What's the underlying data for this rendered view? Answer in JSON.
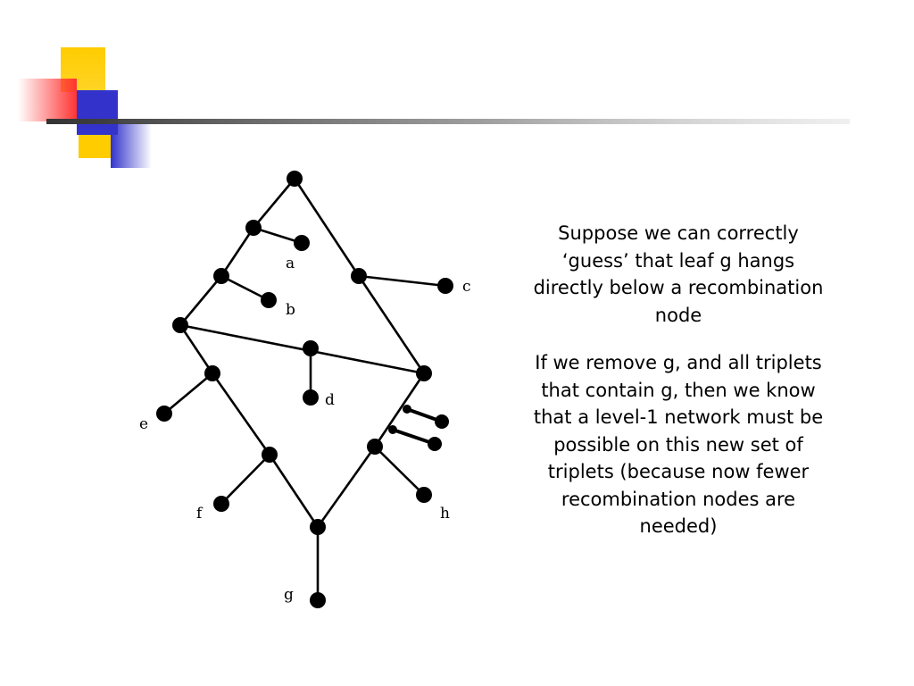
{
  "paragraphs": [
    "Suppose we can correctly ‘guess’ that leaf g hangs directly below a recombination node",
    "If we remove g, and all triplets that contain g, then we know that a level-1 network must be possible on this new set of triplets (because now fewer recombination nodes are needed)"
  ],
  "diagram": {
    "leaf_labels": {
      "a": "a",
      "b": "b",
      "c": "c",
      "d": "d",
      "e": "e",
      "f": "f",
      "g": "g",
      "h": "h"
    }
  },
  "colors": {
    "deco_yellow": "#FFCC00",
    "deco_blue": "#3333CC",
    "deco_red": "#FF3333",
    "rule": "#333333",
    "node": "#000000"
  }
}
